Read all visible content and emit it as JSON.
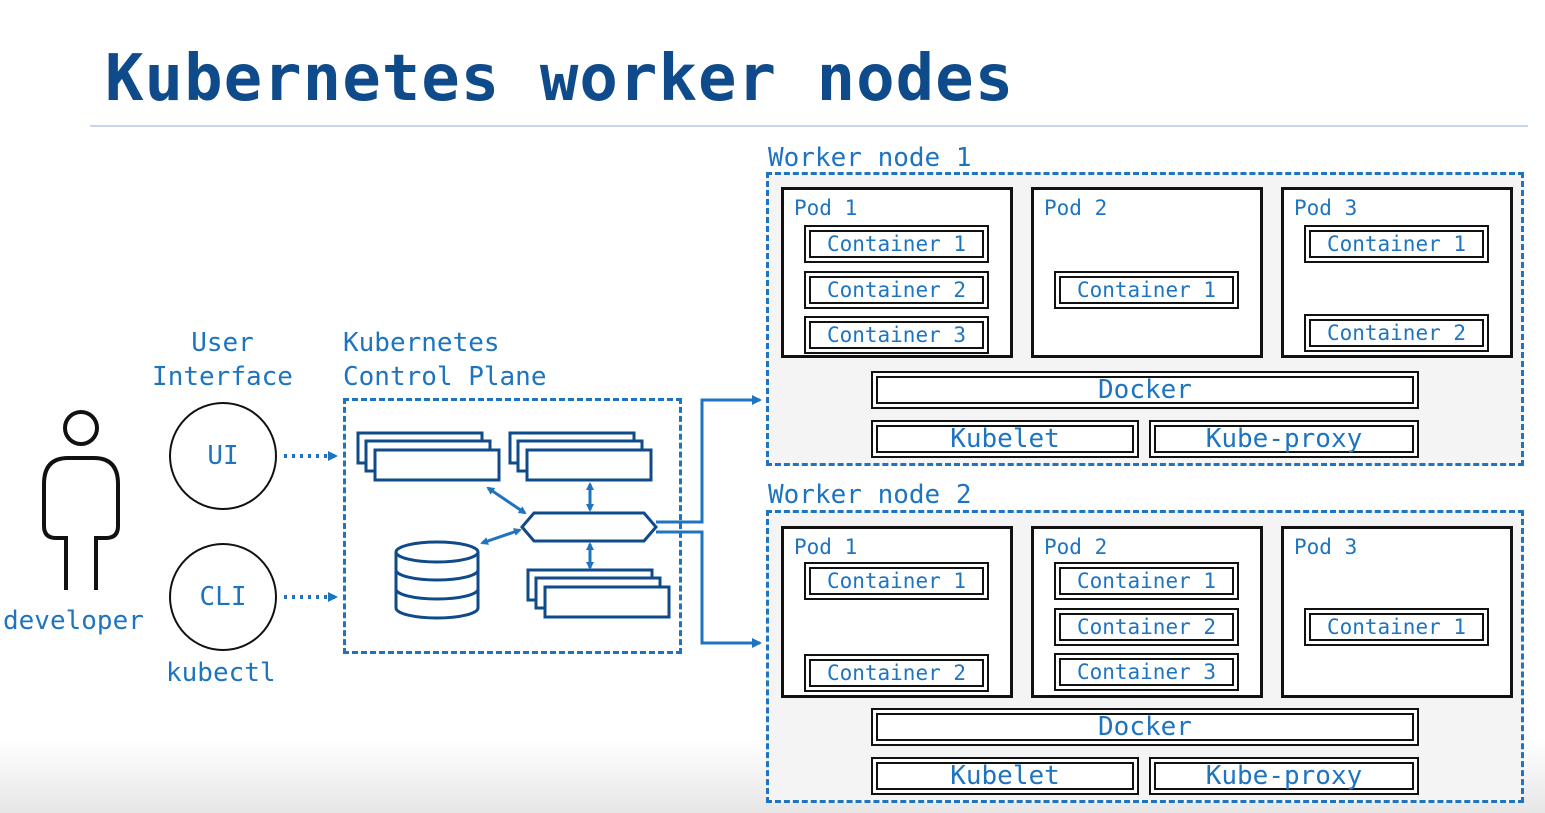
{
  "title": "Kubernetes worker nodes",
  "user_interface": {
    "label_line1": "User",
    "label_line2": "Interface",
    "ui_label": "UI",
    "cli_label": "CLI",
    "cli_caption": "kubectl"
  },
  "developer": {
    "label": "developer"
  },
  "control_plane": {
    "label_line1": "Kubernetes",
    "label_line2": "Control Plane"
  },
  "worker_nodes": [
    {
      "label": "Worker node 1",
      "pods": [
        {
          "label": "Pod 1",
          "containers": [
            "Container 1",
            "Container 2",
            "Container 3"
          ]
        },
        {
          "label": "Pod 2",
          "containers": [
            "Container 1"
          ]
        },
        {
          "label": "Pod 3",
          "containers": [
            "Container 1",
            "Container 2"
          ]
        }
      ],
      "runtime": "Docker",
      "kubelet": "Kubelet",
      "kube_proxy": "Kube-proxy"
    },
    {
      "label": "Worker node 2",
      "pods": [
        {
          "label": "Pod 1",
          "containers": [
            "Container 1",
            "Container 2"
          ]
        },
        {
          "label": "Pod 2",
          "containers": [
            "Container 1",
            "Container 2",
            "Container 3"
          ]
        },
        {
          "label": "Pod 3",
          "containers": [
            "Container 1"
          ]
        }
      ],
      "runtime": "Docker",
      "kubelet": "Kubelet",
      "kube_proxy": "Kube-proxy"
    }
  ],
  "colors": {
    "accent": "#1f74c0",
    "title": "#0f4a8a",
    "outline": "#111111",
    "node_fill": "#f4f4f4"
  }
}
